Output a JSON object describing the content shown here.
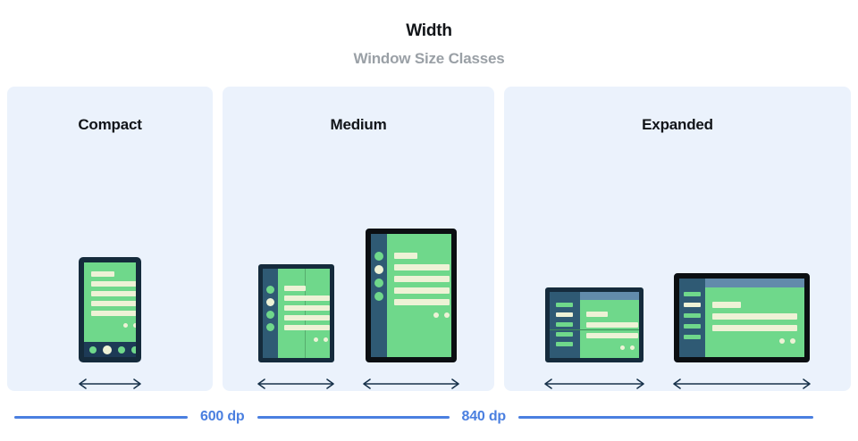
{
  "header": {
    "title": "Width",
    "subtitle": "Window Size Classes"
  },
  "colors": {
    "panel_background": "#ebf2fc",
    "screen_green": "#6fd88b",
    "content_cream": "#eef2d6",
    "frame_navy": "#152b3c",
    "frame_black": "#0b0f12",
    "rail_blue": "#2f5a74",
    "topbar_blue": "#628bab",
    "accent_blue": "#4a7fe0",
    "title_text": "#111418",
    "subtitle_text": "#9aa0a6"
  },
  "panels": [
    {
      "id": "compact",
      "title": "Compact",
      "devices": [
        {
          "id": "phone",
          "type": "phone-portrait",
          "arrow": "resize-arrow"
        }
      ]
    },
    {
      "id": "medium",
      "title": "Medium",
      "devices": [
        {
          "id": "foldable-portrait",
          "type": "foldable-portrait",
          "arrow": "resize-arrow"
        },
        {
          "id": "tablet-portrait",
          "type": "tablet-portrait",
          "arrow": "resize-arrow"
        }
      ]
    },
    {
      "id": "expanded",
      "title": "Expanded",
      "devices": [
        {
          "id": "foldable-landscape",
          "type": "foldable-landscape",
          "arrow": "resize-arrow"
        },
        {
          "id": "tablet-landscape",
          "type": "tablet-landscape",
          "arrow": "resize-arrow"
        }
      ]
    }
  ],
  "scale": {
    "breakpoints": [
      {
        "label": "600 dp",
        "value": 600,
        "unit": "dp"
      },
      {
        "label": "840 dp",
        "value": 840,
        "unit": "dp"
      }
    ]
  }
}
